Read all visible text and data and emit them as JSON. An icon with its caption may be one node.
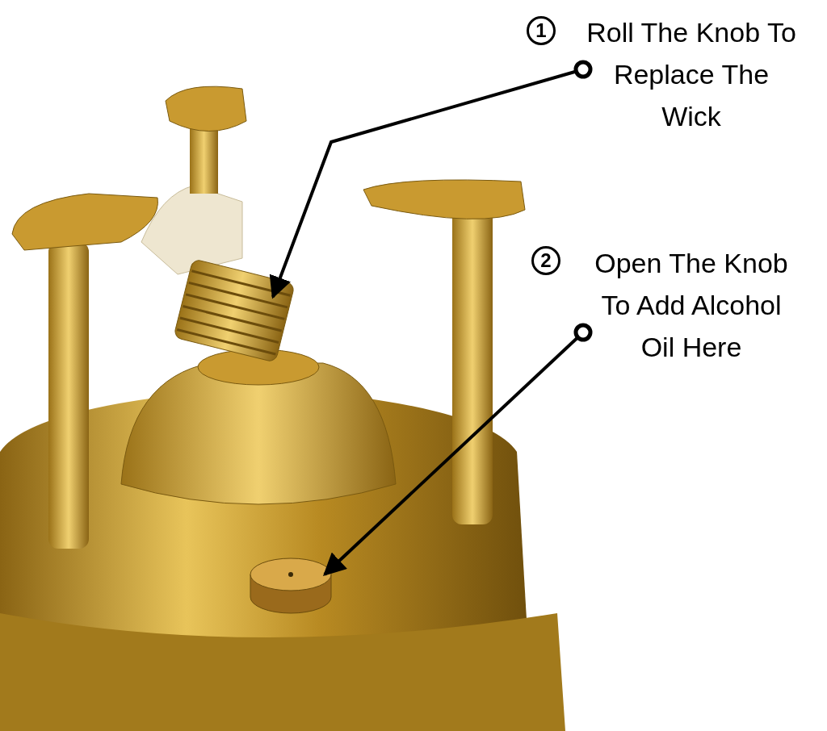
{
  "diagram": {
    "nodes": [
      {
        "text": [
          "1"
        ]
      },
      {
        "text": [
          "Roll The Knob To Replace The Wick"
        ]
      },
      {
        "text": [],
        "shape": "cylinder"
      },
      {
        "text": [
          "2"
        ]
      },
      {
        "text": [
          "Open The Knob To Add Alcohol Oil Here"
        ]
      },
      {
        "text": [],
        "shape": "cylinder"
      }
    ],
    "edges": [
      {
        "from": 1,
        "to": 2,
        "arrow": "to"
      },
      {
        "from": 4,
        "to": 5,
        "arrow": "to"
      }
    ]
  }
}
